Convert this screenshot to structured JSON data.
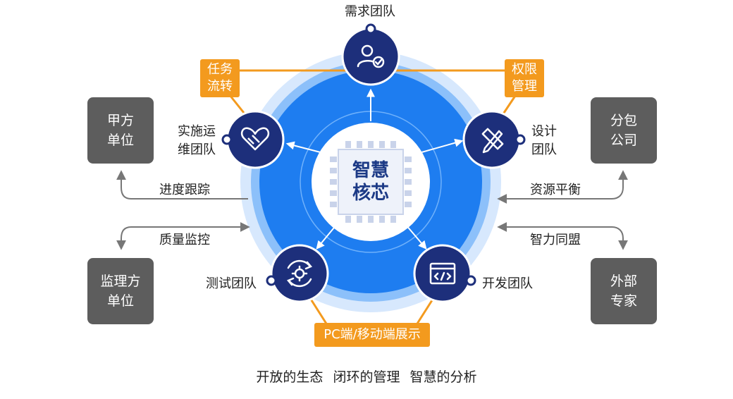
{
  "core": {
    "line1": "智慧",
    "line2": "核芯"
  },
  "nodes": {
    "demand": {
      "label": "需求团队",
      "icon": "user-check-icon"
    },
    "implement": {
      "line1": "实施运",
      "line2": "维团队",
      "icon": "handshake-heart-icon"
    },
    "design": {
      "line1": "设计",
      "line2": "团队",
      "icon": "pencil-ruler-icon"
    },
    "test": {
      "label": "测试团队",
      "icon": "gear-cycle-icon"
    },
    "dev": {
      "label": "开发团队",
      "icon": "code-window-icon"
    }
  },
  "tags": {
    "task": {
      "line1": "任务",
      "line2": "流转"
    },
    "perm": {
      "line1": "权限",
      "line2": "管理"
    },
    "display": {
      "label": "PC端/移动端展示"
    }
  },
  "parties": {
    "client": {
      "line1": "甲方",
      "line2": "单位"
    },
    "supervisor": {
      "line1": "监理方",
      "line2": "单位"
    },
    "subcontract": {
      "line1": "分包",
      "line2": "公司"
    },
    "expert": {
      "line1": "外部",
      "line2": "专家"
    }
  },
  "flows": {
    "progress": "进度跟踪",
    "quality": "质量监控",
    "resource": "资源平衡",
    "alliance": "智力同盟"
  },
  "footer": {
    "part1": "开放的生态",
    "part2": "闭环的管理",
    "part3": "智慧的分析"
  },
  "colors": {
    "primary_blue": "#1e7df0",
    "navy": "#1d2f7b",
    "orange": "#f39a1e",
    "gray": "#5d5d5d"
  }
}
